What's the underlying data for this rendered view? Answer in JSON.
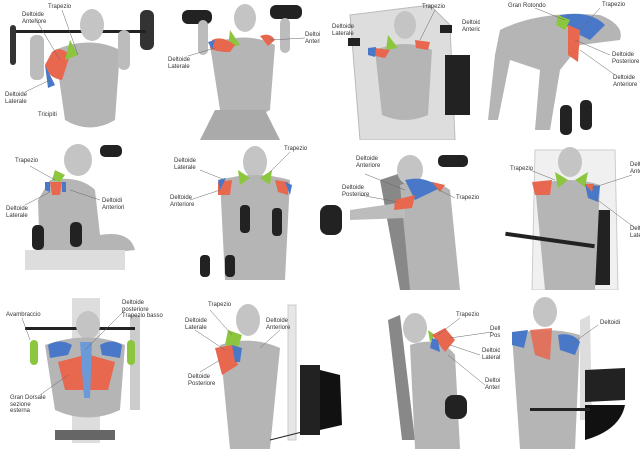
{
  "image": {
    "description": "Grid of 12 shoulder exercise illustrations with Italian muscle labels",
    "colors": {
      "red": "#e8674f",
      "blue": "#4a78c8",
      "green": "#8cc63f",
      "body": "#b8b8b8",
      "equipment": "#222222"
    },
    "panels": [
      {
        "exercise": "barbell behind-neck press",
        "labels": [
          "Trapezio",
          "Deltoide Anteriore",
          "Deltoide Laterale",
          "Tricipiti"
        ]
      },
      {
        "exercise": "seated dumbbell press",
        "labels": [
          "Deltoide Laterale",
          "Deltoide Anteriore"
        ]
      },
      {
        "exercise": "machine shoulder press",
        "labels": [
          "Trapezio",
          "Deltoide Laterale",
          "Deltoidi Anteriori"
        ]
      },
      {
        "exercise": "bent-over dumbbell raise",
        "labels": [
          "Gran Rotondo",
          "Trapezio",
          "Deltoide Posteriore",
          "Deltoide Anteriore"
        ]
      },
      {
        "exercise": "lying side raise",
        "labels": [
          "Trapezio",
          "Deltoide Laterale",
          "Deltoidi Anteriori"
        ]
      },
      {
        "exercise": "front dumbbell raise",
        "labels": [
          "Deltoide Laterale",
          "Deltoide Anteriore",
          "Trapezio"
        ]
      },
      {
        "exercise": "incline rear delt raise",
        "labels": [
          "Deltoide Anteriore",
          "Deltoide Posteriore",
          "Trapezio"
        ]
      },
      {
        "exercise": "cable upright row",
        "labels": [
          "Trapezio",
          "Deltoide Anteriore",
          "Deltoide Laterale"
        ]
      },
      {
        "exercise": "lat pulldown",
        "labels": [
          "Avambraccio",
          "Deltoide posteriore Trapezio basso",
          "Gran Dorsale sezione esterna"
        ]
      },
      {
        "exercise": "cable lateral raise",
        "labels": [
          "Trapezio",
          "Deltoide Laterale",
          "Deltoide Anteriore",
          "Deltoide Posteriore"
        ]
      },
      {
        "exercise": "incline seated dumbbell raise",
        "labels": [
          "Trapezio",
          "Delt Post",
          "Deltoide Laterale",
          "Deltoi Anteriore"
        ]
      },
      {
        "exercise": "cable shrug rear view",
        "labels": [
          "Deltoidi"
        ]
      }
    ]
  }
}
